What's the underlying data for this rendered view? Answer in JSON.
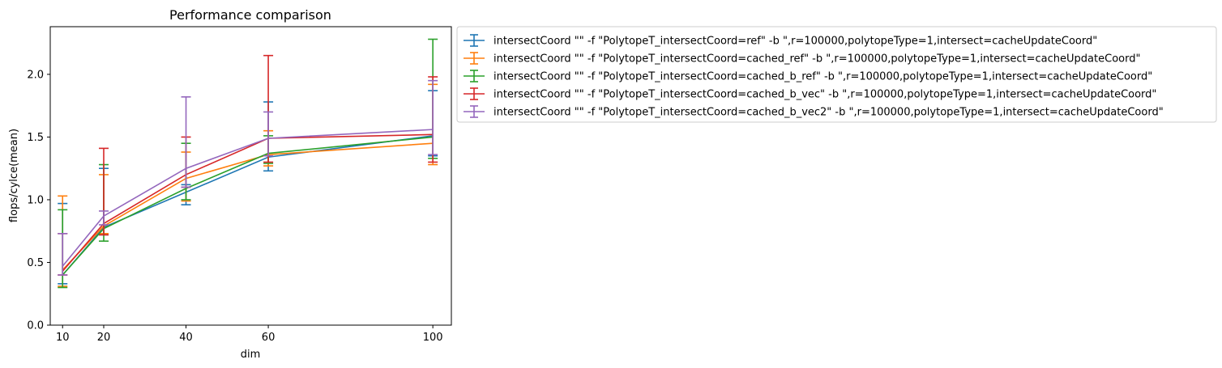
{
  "chart_data": {
    "type": "line",
    "title": "Performance comparison",
    "xlabel": "dim",
    "ylabel": "flops/cylce(mean)",
    "x": [
      10,
      20,
      40,
      60,
      100
    ],
    "xticks": [
      "10",
      "20",
      "40",
      "60",
      "100"
    ],
    "xlim": [
      7,
      104.5
    ],
    "yticks": [
      "0.0",
      "0.5",
      "1.0",
      "1.5",
      "2.0"
    ],
    "ylim": [
      0,
      2.38
    ],
    "legend_position": "outside-top-right",
    "grid": false,
    "error_bars": true,
    "series": [
      {
        "name": "intersectCoord \"\" -f \"PolytopeT_intersectCoord=ref\" -b \",r=100000,polytopeType=1,intersect=cacheUpdateCoord\"",
        "color": "#1f77b4",
        "values": [
          0.4,
          0.78,
          1.06,
          1.34,
          1.51
        ],
        "err_low": [
          0.33,
          0.72,
          0.96,
          1.23,
          1.35
        ],
        "err_high": [
          0.97,
          1.25,
          1.12,
          1.78,
          1.87
        ]
      },
      {
        "name": "intersectCoord \"\" -f \"PolytopeT_intersectCoord=cached_ref\" -b \",r=100000,polytopeType=1,intersect=cacheUpdateCoord\"",
        "color": "#ff7f0e",
        "values": [
          0.44,
          0.79,
          1.17,
          1.36,
          1.45
        ],
        "err_low": [
          0.31,
          0.73,
          0.99,
          1.27,
          1.28
        ],
        "err_high": [
          1.03,
          1.2,
          1.38,
          1.55,
          1.92
        ]
      },
      {
        "name": "intersectCoord \"\" -f \"PolytopeT_intersectCoord=cached_b_ref\" -b \",r=100000,polytopeType=1,intersect=cacheUpdateCoord\"",
        "color": "#2ca02c",
        "values": [
          0.4,
          0.77,
          1.09,
          1.37,
          1.5
        ],
        "err_low": [
          0.3,
          0.67,
          1.0,
          1.29,
          1.33
        ],
        "err_high": [
          0.92,
          1.28,
          1.45,
          1.51,
          2.28
        ]
      },
      {
        "name": "intersectCoord \"\" -f \"PolytopeT_intersectCoord=cached_b_vec\" -b \",r=100000,polytopeType=1,intersect=cacheUpdateCoord\"",
        "color": "#d62728",
        "values": [
          0.43,
          0.81,
          1.2,
          1.49,
          1.52
        ],
        "err_low": [
          0.4,
          0.72,
          1.1,
          1.3,
          1.3
        ],
        "err_high": [
          0.73,
          1.41,
          1.5,
          2.15,
          1.98
        ]
      },
      {
        "name": "intersectCoord \"\" -f \"PolytopeT_intersectCoord=cached_b_vec2\" -b \",r=100000,polytopeType=1,intersect=cacheUpdateCoord\"",
        "color": "#9467bd",
        "values": [
          0.47,
          0.87,
          1.25,
          1.49,
          1.56
        ],
        "err_low": [
          0.4,
          0.8,
          1.1,
          1.35,
          1.36
        ],
        "err_high": [
          0.73,
          0.91,
          1.82,
          1.7,
          1.95
        ]
      }
    ]
  }
}
